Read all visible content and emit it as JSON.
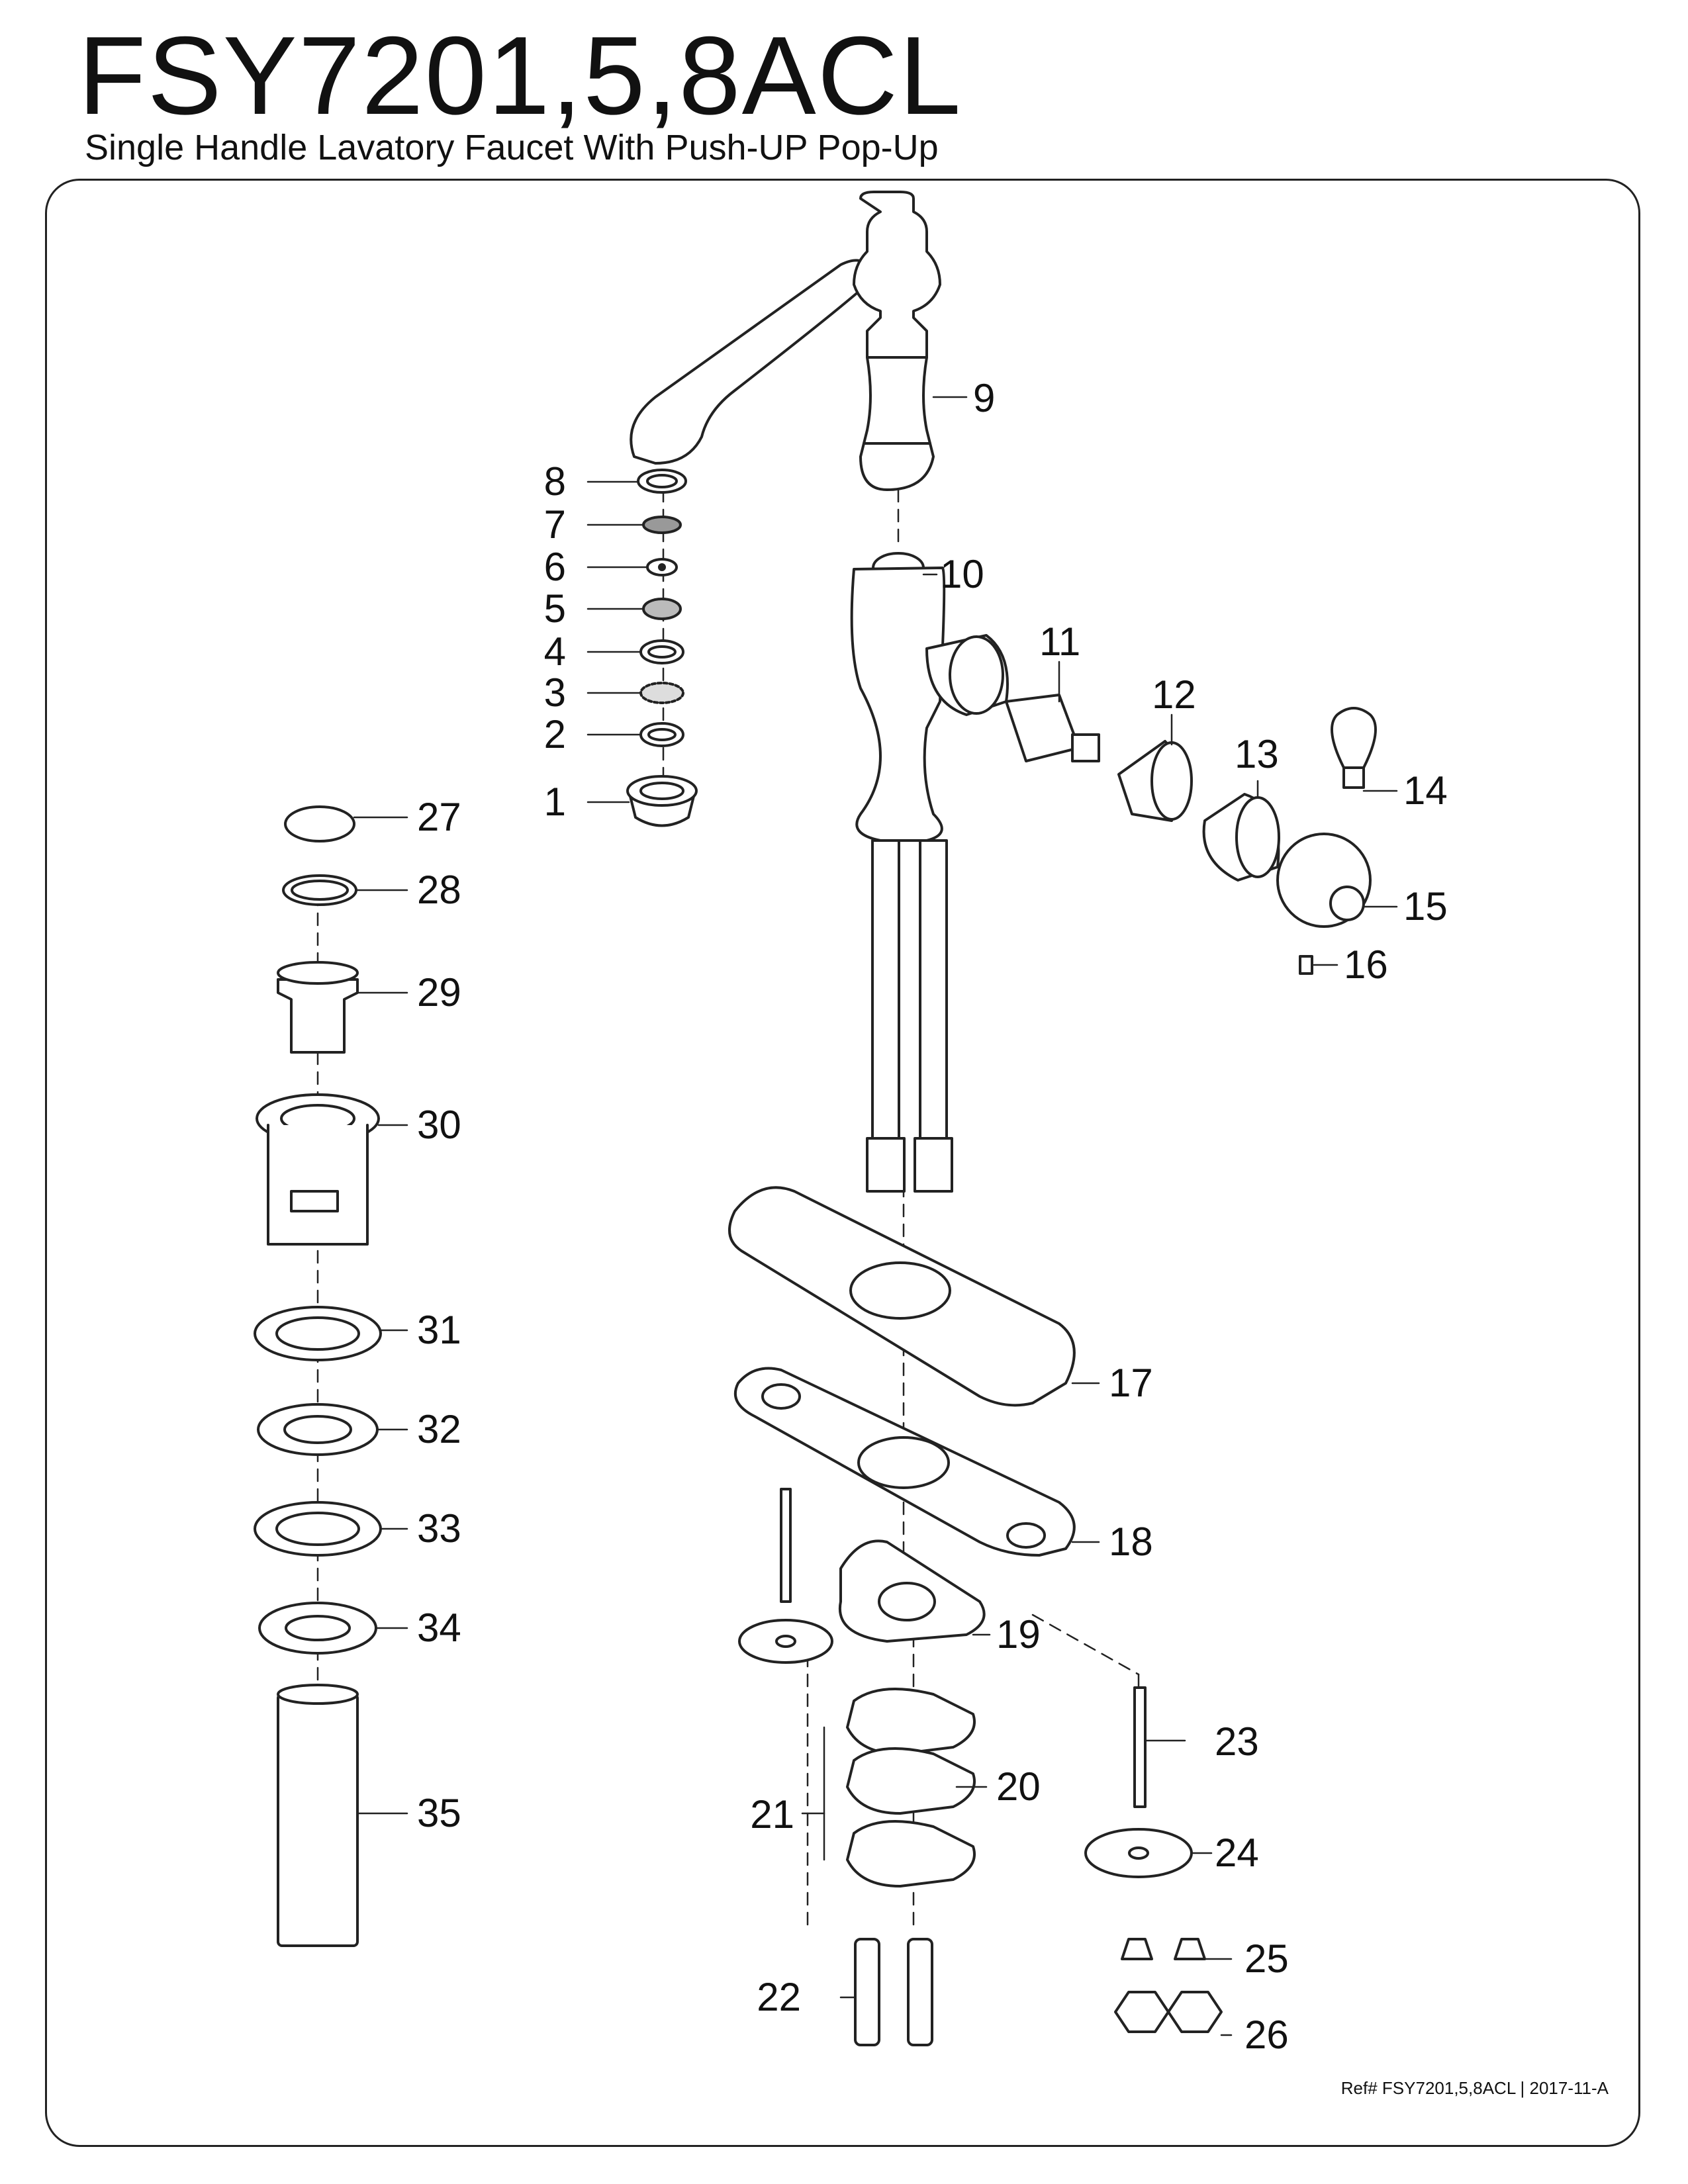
{
  "header": {
    "model": "FSY7201,5,8ACL",
    "description": "Single Handle Lavatory Faucet With Push-UP Pop-Up"
  },
  "footer": {
    "reference": "Ref# FSY7201,5,8ACL | 2017-11-A"
  },
  "parts": [
    "1",
    "2",
    "3",
    "4",
    "5",
    "6",
    "7",
    "8",
    "9",
    "10",
    "11",
    "12",
    "13",
    "14",
    "15",
    "16",
    "17",
    "18",
    "19",
    "20",
    "21",
    "22",
    "23",
    "24",
    "25",
    "26",
    "27",
    "28",
    "29",
    "30",
    "31",
    "32",
    "33",
    "34",
    "35"
  ]
}
